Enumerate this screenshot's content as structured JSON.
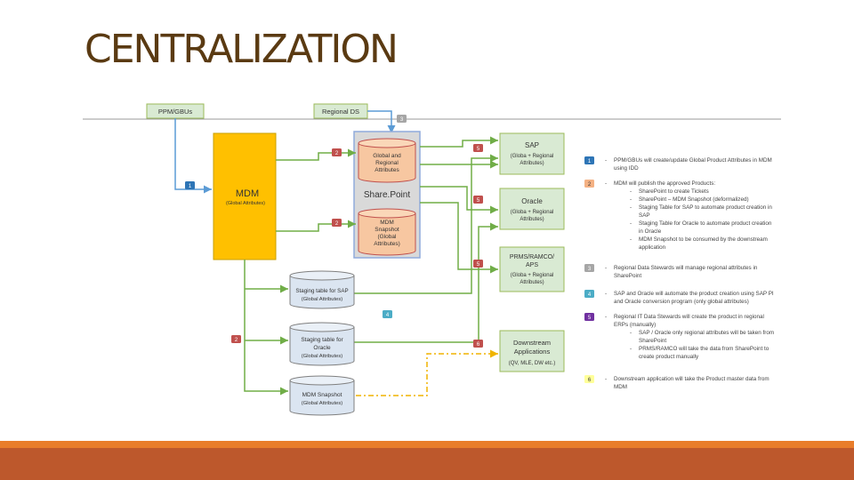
{
  "page": {
    "title": "CENTRALIZATION"
  },
  "diagram": {
    "ppm": "PPM/GBUs",
    "regional_ds": "Regional DS",
    "mdm": {
      "title": "MDM",
      "sub": "(Global Attributes)"
    },
    "sharepoint": "Share.Point",
    "global_regional": [
      "Global and",
      "Regional",
      "Attributes"
    ],
    "mdm_snapshot_sp": [
      "MDM",
      "Snapshot",
      "(Global",
      "Attributes)"
    ],
    "sap": {
      "title": "SAP",
      "sub1": "(Globa + Regional",
      "sub2": "Attributes)"
    },
    "oracle": {
      "title": "Oracle",
      "sub1": "(Globa + Regional",
      "sub2": "Attributes)"
    },
    "prms": {
      "title1": "PRMS/RAMCO/",
      "title2": "APS",
      "sub1": "(Globa + Regional",
      "sub2": "Attributes)"
    },
    "downstream": {
      "title1": "Downstream",
      "title2": "Applications",
      "sub": "(QV, MLE, DW etc.)"
    },
    "staging_sap": {
      "title": "Staging table for SAP",
      "sub": "(Global Attributes)"
    },
    "staging_oracle": {
      "title1": "Staging table for",
      "title2": "Oracle",
      "sub": "(Global Attributes)"
    },
    "mdm_snapshot": {
      "title": "MDM Snapshot",
      "sub": "(Global Attributes)"
    },
    "badges": [
      "1",
      "2",
      "3",
      "4",
      "5",
      "6"
    ]
  },
  "legend": [
    {
      "num": "1",
      "lines": [
        "PPM/GBUs will create/update Global Product Attributes in MDM",
        "using IDD"
      ]
    },
    {
      "num": "2",
      "lines": [
        "MDM will publish the approved Products:"
      ],
      "sub": [
        [
          "SharePoint to create Tickets"
        ],
        [
          "SharePoint – MDM Snapshot (deformalized)"
        ],
        [
          "Staging Table for SAP to automate product creation in",
          "SAP"
        ],
        [
          "Staging Table for Oracle to automate product creation",
          "in Oracle"
        ],
        [
          "MDM Snapshot to be consumed by the downstream",
          "application"
        ]
      ]
    },
    {
      "num": "3",
      "lines": [
        "Regional Data Stewards will manage regional attributes in",
        "SharePoint"
      ]
    },
    {
      "num": "4",
      "lines": [
        "SAP and Oracle will automate the product creation using SAP PI",
        "and Oracle conversion program (only global attributes)"
      ]
    },
    {
      "num": "5",
      "lines": [
        "Regional IT Data Stewards will create the product in regional",
        "ERPs (manually)"
      ],
      "sub": [
        [
          "SAP / Oracle only regional attributes will be taken from",
          "SharePoint"
        ],
        [
          "PRMS/RAMCO will take the data from SharePoint to",
          "create product manually"
        ]
      ]
    },
    {
      "num": "6",
      "lines": [
        "Downstream application will take the Product master data from",
        "MDM"
      ]
    }
  ],
  "colors": {
    "title": "#5a3a12",
    "mdm": "#ffc000",
    "green_arrow": "#70ad47",
    "blue_arrow": "#5b9bd5",
    "badge_red": "#c0504d",
    "badge_purple": "#7030a0",
    "badge_blue": "#4bacc6",
    "badge_gray": "#a6a6a6",
    "footer": "#bd582c"
  }
}
